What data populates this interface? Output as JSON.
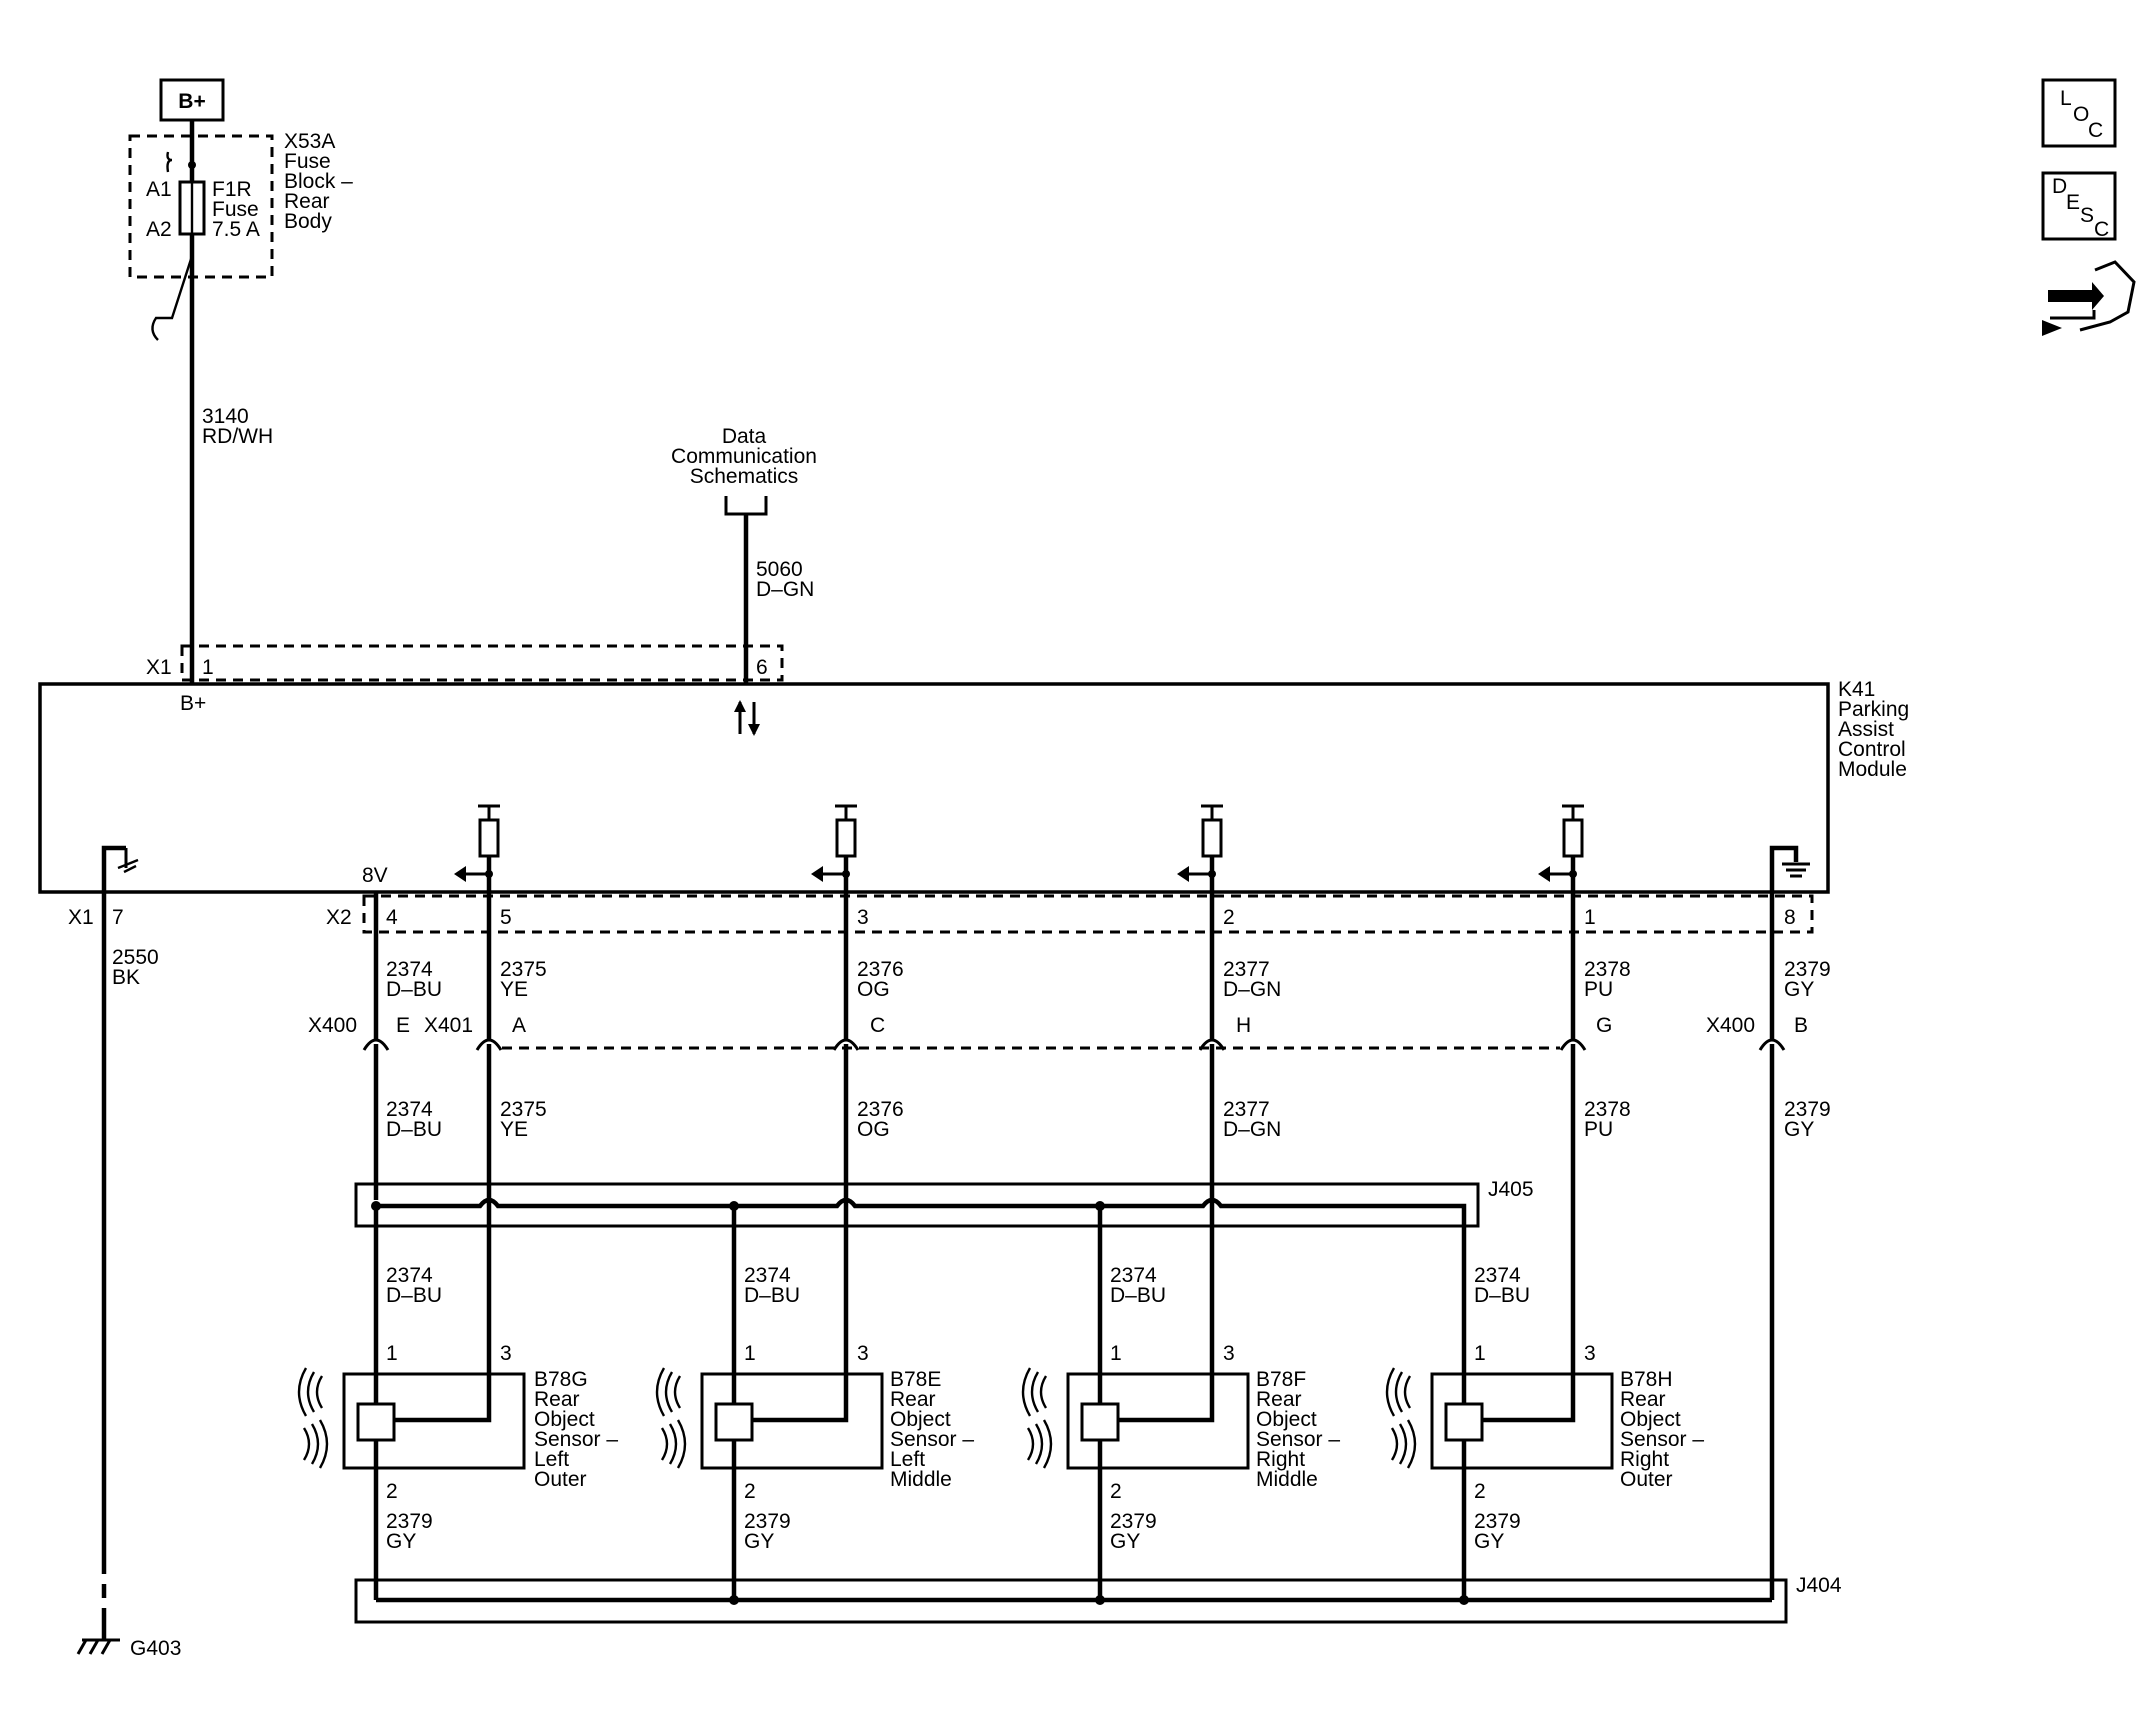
{
  "nav_icons": {
    "loc": {
      "icon": "location-icon",
      "letters": [
        "L",
        "O",
        "C"
      ]
    },
    "desc": {
      "icon": "description-icon",
      "letters": [
        "D",
        "E",
        "S",
        "C"
      ]
    },
    "service": {
      "icon": "service-procedure-icon"
    }
  },
  "power": {
    "source": "B+",
    "fuse_block": [
      "X53A",
      "Fuse",
      "Block –",
      "Rear",
      "Body"
    ],
    "pin_in": "A1",
    "pin_out": "A2",
    "fuse": [
      "F1R",
      "Fuse",
      "7.5 A"
    ],
    "wire": [
      "3140",
      "RD/WH"
    ]
  },
  "data_comm": {
    "reference": [
      "Data",
      "Communication",
      "Schematics"
    ],
    "wire": [
      "5060",
      "D–GN"
    ]
  },
  "module": {
    "name": [
      "K41",
      "Parking",
      "Assist",
      "Control",
      "Module"
    ],
    "conn_top": "X1",
    "pin_bplus": "1",
    "bplus_label": "B+",
    "pin_data": "6",
    "conn_gnd": "X1",
    "pin_gnd": "7",
    "conn_x2": "X2",
    "volt_label": "8V",
    "x2_pins": [
      "4",
      "5",
      "3",
      "2",
      "1",
      "8"
    ]
  },
  "ground_wire": [
    "2550",
    "BK"
  ],
  "ground_label": "G403",
  "signal_wires": [
    {
      "circuit": "2374",
      "color": "D–BU"
    },
    {
      "circuit": "2375",
      "color": "YE"
    },
    {
      "circuit": "2376",
      "color": "OG"
    },
    {
      "circuit": "2377",
      "color": "D–GN"
    },
    {
      "circuit": "2378",
      "color": "PU"
    },
    {
      "circuit": "2379",
      "color": "GY"
    }
  ],
  "inline_connectors": {
    "x400_a": "X400",
    "x400_a_pin": "E",
    "x401": "X401",
    "x401_pins": [
      "A",
      "C",
      "H",
      "G"
    ],
    "x400_b": "X400",
    "x400_b_pin": "B"
  },
  "splices": {
    "upper": "J405",
    "lower": "J404"
  },
  "sensors": [
    {
      "id": "B78G",
      "desc": [
        "Rear",
        "Object",
        "Sensor –",
        "Left",
        "Outer"
      ],
      "pin_feed": "1",
      "pin_sig": "3",
      "pin_gnd": "2"
    },
    {
      "id": "B78E",
      "desc": [
        "Rear",
        "Object",
        "Sensor –",
        "Left",
        "Middle"
      ],
      "pin_feed": "1",
      "pin_sig": "3",
      "pin_gnd": "2"
    },
    {
      "id": "B78F",
      "desc": [
        "Rear",
        "Object",
        "Sensor –",
        "Right",
        "Middle"
      ],
      "pin_feed": "1",
      "pin_sig": "3",
      "pin_gnd": "2"
    },
    {
      "id": "B78H",
      "desc": [
        "Rear",
        "Object",
        "Sensor –",
        "Right",
        "Outer"
      ],
      "pin_feed": "1",
      "pin_sig": "3",
      "pin_gnd": "2"
    }
  ]
}
